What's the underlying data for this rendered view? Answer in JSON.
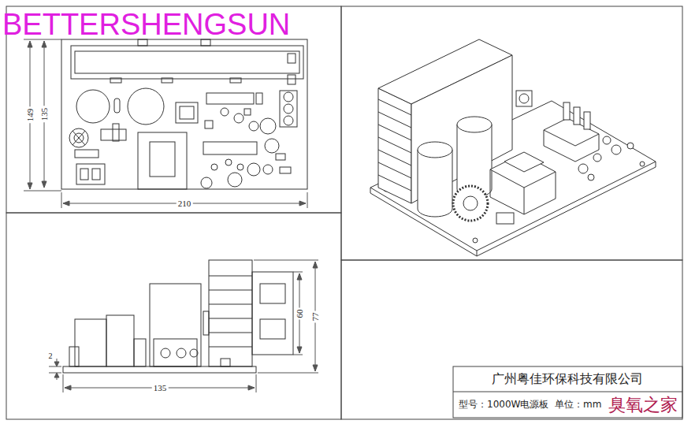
{
  "diagram": {
    "labels": [
      "BETTERSHENGSUN",
      "149",
      "135",
      "210",
      "2",
      "135",
      "60",
      "77",
      "广州粤佳环保科技有限公司",
      "型号：1000W电源板",
      "单位：mm",
      "臭氧之家"
    ]
  }
}
